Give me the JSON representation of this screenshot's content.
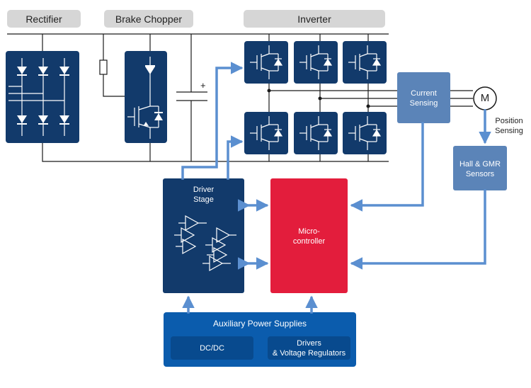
{
  "headers": {
    "rectifier": "Rectifier",
    "brake_chopper": "Brake Chopper",
    "inverter": "Inverter"
  },
  "blocks": {
    "current_sensing": [
      "Current",
      "Sensing"
    ],
    "motor": "M",
    "position_sensing": [
      "Position",
      "Sensing"
    ],
    "hall_gmr": [
      "Hall & GMR",
      "Sensors"
    ],
    "driver_stage": [
      "Driver",
      "Stage"
    ],
    "microcontroller": [
      "Micro-",
      "controller"
    ],
    "aux_power": "Auxiliary Power Supplies",
    "dcdc": "DC/DC",
    "drivers_regulators": [
      "Drivers",
      "& Voltage Regulators"
    ]
  },
  "capacitor_polarity": "+",
  "colors": {
    "dark_blue": "#123a6b",
    "mid_blue": "#5b84b8",
    "arrow_blue": "#5b8fd0",
    "red": "#e31d3c",
    "aux_blue": "#0b5cad",
    "aux_inner": "#084a8e",
    "header_gray": "#d6d6d6"
  }
}
